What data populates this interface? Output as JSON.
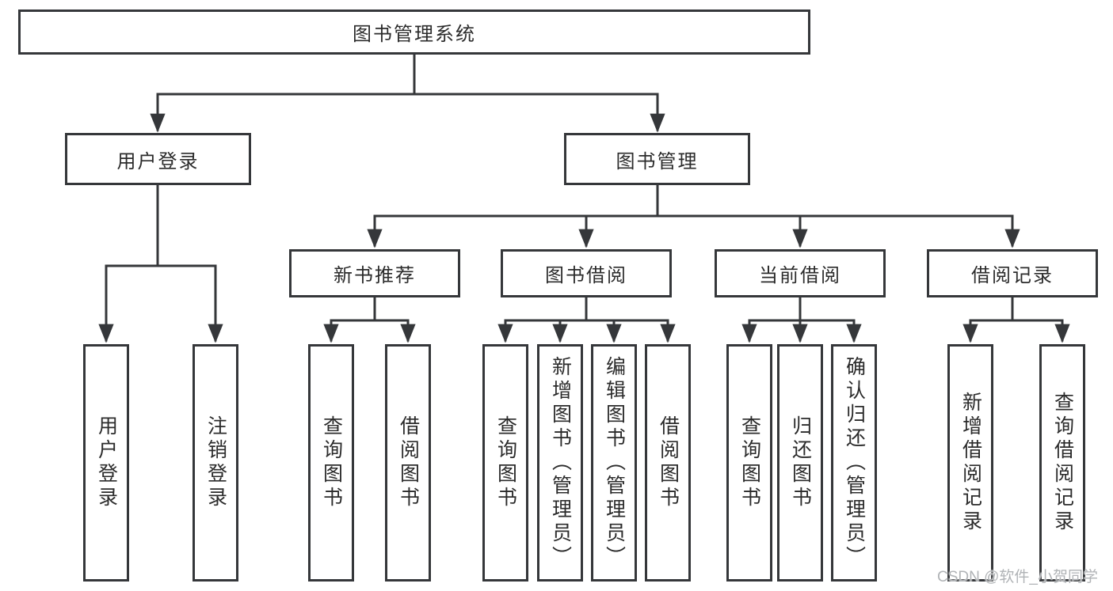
{
  "diagram_type": "hierarchy-tree",
  "colors": {
    "line": "#35373a",
    "box_border": "#35373a",
    "text": "#2b2b2b",
    "background": "#ffffff",
    "watermark": "#b0b3b6"
  },
  "tree": {
    "label": "图书管理系统",
    "children": [
      {
        "label": "用户登录",
        "children": [
          {
            "label": "用户登录"
          },
          {
            "label": "注销登录"
          }
        ]
      },
      {
        "label": "图书管理",
        "children": [
          {
            "label": "新书推荐",
            "children": [
              {
                "label": "查询图书"
              },
              {
                "label": "借阅图书"
              }
            ]
          },
          {
            "label": "图书借阅",
            "children": [
              {
                "label": "查询图书"
              },
              {
                "label": "新增图书（管理员）"
              },
              {
                "label": "编辑图书（管理员）"
              },
              {
                "label": "借阅图书"
              }
            ]
          },
          {
            "label": "当前借阅",
            "children": [
              {
                "label": "查询图书"
              },
              {
                "label": "归还图书"
              },
              {
                "label": "确认归还（管理员）"
              }
            ]
          },
          {
            "label": "借阅记录",
            "children": [
              {
                "label": "新增借阅记录"
              },
              {
                "label": "查询借阅记录"
              }
            ]
          }
        ]
      }
    ]
  },
  "watermark": "CSDN @软件_小贺同学"
}
